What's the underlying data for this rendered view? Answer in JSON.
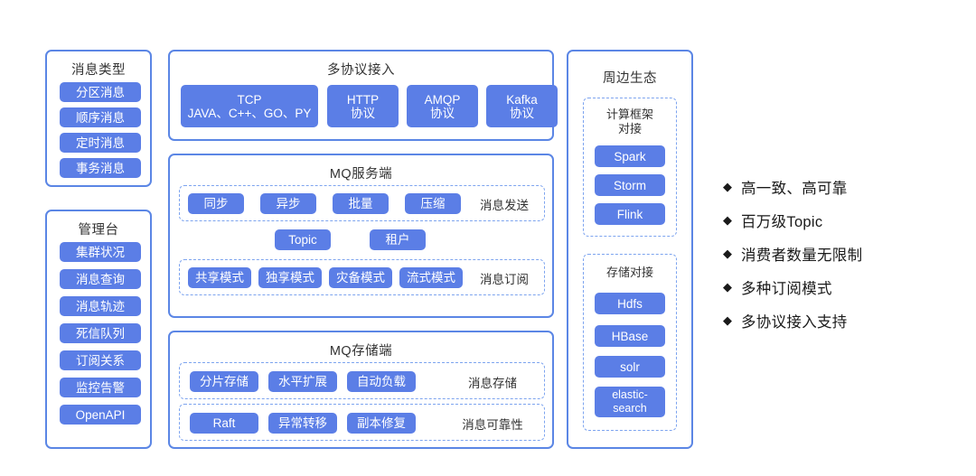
{
  "diagram": {
    "left_column": [
      {
        "key": "message_types",
        "title": "消息类型",
        "items": [
          "分区消息",
          "顺序消息",
          "定时消息",
          "事务消息"
        ]
      },
      {
        "key": "console",
        "title": "管理台",
        "items": [
          "集群状况",
          "消息查询",
          "消息轨迹",
          "死信队列",
          "订阅关系",
          "监控告警",
          "OpenAPI"
        ]
      }
    ],
    "center_column": [
      {
        "key": "protocol_access",
        "title": "多协议接入",
        "items": [
          {
            "label": "TCP\nJAVA、C++、GO、PY"
          },
          {
            "label": "HTTP\n协议"
          },
          {
            "label": "AMQP\n协议"
          },
          {
            "label": "Kafka\n协议"
          }
        ]
      },
      {
        "key": "mq_server",
        "title": "MQ服务端",
        "groups": [
          {
            "key": "message_send",
            "side_label": "消息发送",
            "items": [
              "同步",
              "异步",
              "批量",
              "压缩"
            ]
          },
          {
            "key": "message_subscribe",
            "side_label": "消息订阅",
            "items": [
              "共享模式",
              "独享模式",
              "灾备模式",
              "流式模式"
            ]
          }
        ],
        "middle_items": [
          "Topic",
          "租户"
        ]
      },
      {
        "key": "mq_storage",
        "title": "MQ存储端",
        "groups": [
          {
            "key": "message_storage",
            "side_label": "消息存储",
            "items": [
              "分片存储",
              "水平扩展",
              "自动负载"
            ]
          },
          {
            "key": "message_reliability",
            "side_label": "消息可靠性",
            "items": [
              "Raft",
              "异常转移",
              "副本修复"
            ]
          }
        ]
      }
    ],
    "right_column": {
      "key": "ecosystem",
      "title": "周边生态",
      "groups": [
        {
          "key": "compute_framework",
          "title": "计算框架\n对接",
          "items": [
            "Spark",
            "Storm",
            "Flink"
          ]
        },
        {
          "key": "storage_connect",
          "title": "存储对接",
          "items": [
            "Hdfs",
            "HBase",
            "solr",
            "elastic-\nsearch"
          ]
        }
      ]
    },
    "highlights": {
      "bullet_glyph": "◆",
      "items": [
        "高一致、高可靠",
        "百万级Topic",
        "消费者数量无限制",
        "多种订阅模式",
        "多协议接入支持"
      ]
    },
    "colors": {
      "chip_blue": "#5b7ee6",
      "panel_border": "#5b86e5",
      "dashed_border": "#7da4ef",
      "text_dark": "#333333",
      "bullet_text": "#1a1a1a"
    }
  }
}
